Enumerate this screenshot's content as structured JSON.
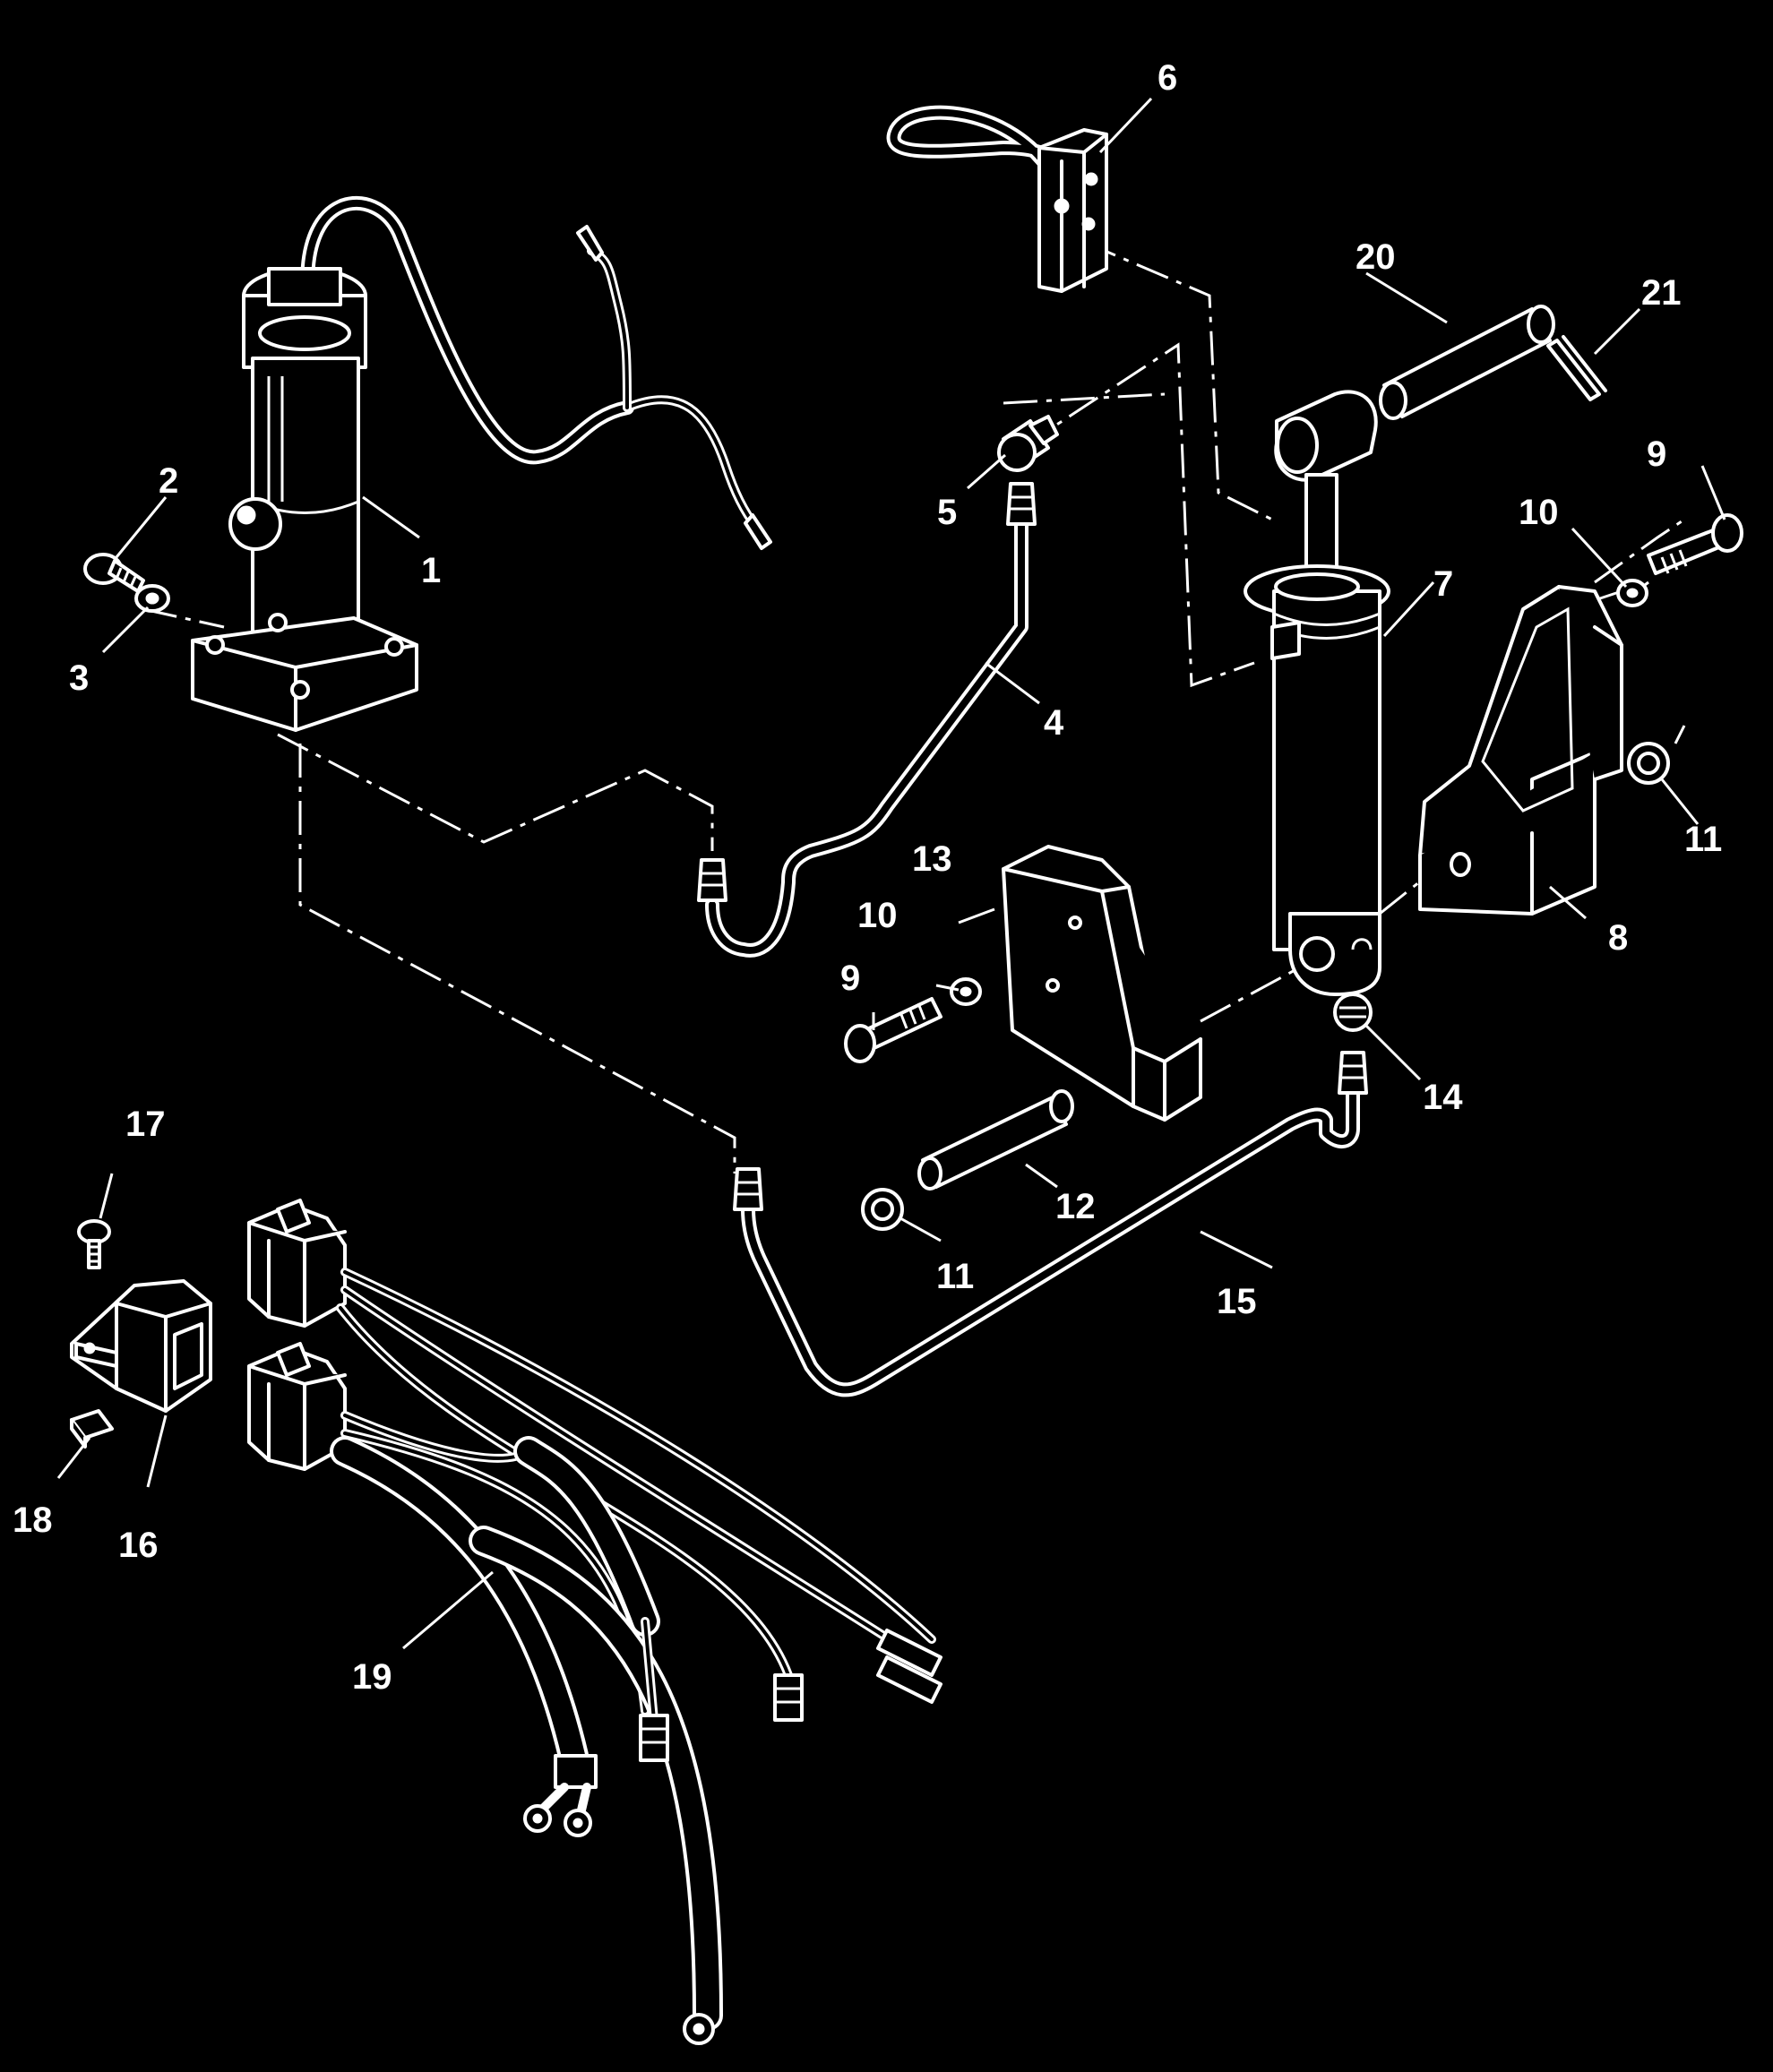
{
  "diagram": {
    "background": "#000000",
    "line_color": "#ffffff",
    "callouts": [
      {
        "id": "c1",
        "text": "1"
      },
      {
        "id": "c2",
        "text": "2"
      },
      {
        "id": "c3",
        "text": "3"
      },
      {
        "id": "c4",
        "text": "4"
      },
      {
        "id": "c5",
        "text": "5"
      },
      {
        "id": "c6",
        "text": "6"
      },
      {
        "id": "c7",
        "text": "7"
      },
      {
        "id": "c8",
        "text": "8"
      },
      {
        "id": "c9a",
        "text": "9"
      },
      {
        "id": "c9b",
        "text": "9"
      },
      {
        "id": "c10a",
        "text": "10"
      },
      {
        "id": "c10b",
        "text": "10"
      },
      {
        "id": "c11a",
        "text": "11"
      },
      {
        "id": "c11b",
        "text": "11"
      },
      {
        "id": "c12",
        "text": "12"
      },
      {
        "id": "c13",
        "text": "13"
      },
      {
        "id": "c14",
        "text": "14"
      },
      {
        "id": "c15",
        "text": "15"
      },
      {
        "id": "c16",
        "text": "16"
      },
      {
        "id": "c17",
        "text": "17"
      },
      {
        "id": "c18",
        "text": "18"
      },
      {
        "id": "c19",
        "text": "19"
      },
      {
        "id": "c20",
        "text": "20"
      },
      {
        "id": "c21",
        "text": "21"
      }
    ]
  }
}
